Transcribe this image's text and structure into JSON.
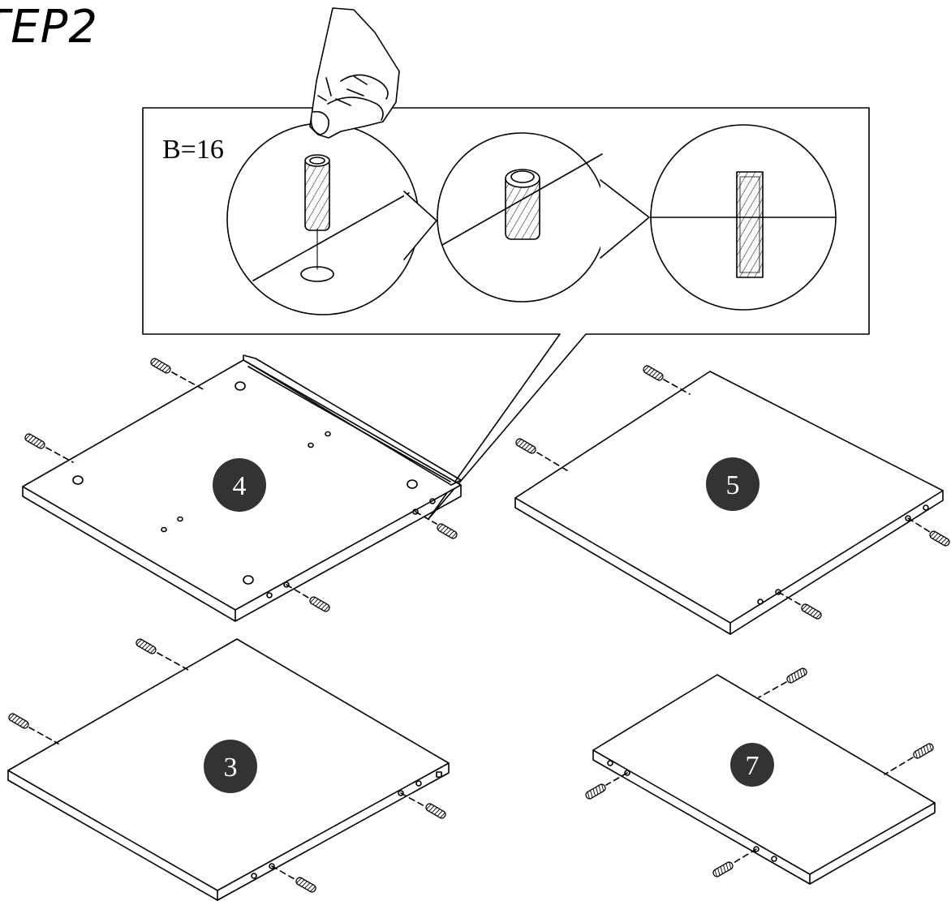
{
  "title": "TEP2",
  "callout": {
    "label": "B=16"
  },
  "panels": [
    {
      "id": "panel-4",
      "number": "4"
    },
    {
      "id": "panel-5",
      "number": "5"
    },
    {
      "id": "panel-3",
      "number": "3"
    },
    {
      "id": "panel-7",
      "number": "7"
    }
  ],
  "colors": {
    "line": "#000000",
    "badge": "#333333",
    "background": "#ffffff"
  },
  "icons": [
    "hand-icon",
    "dowel-icon"
  ]
}
